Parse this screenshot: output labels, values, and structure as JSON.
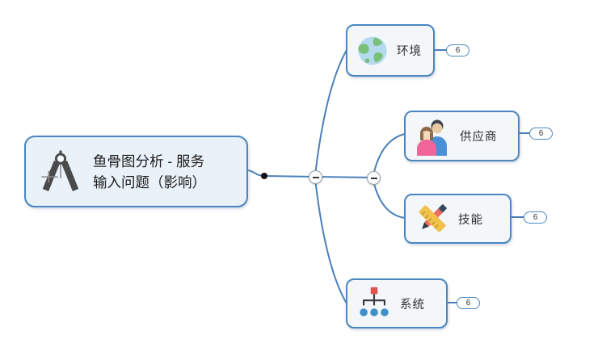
{
  "app": {
    "type": "mind-map-fishbone"
  },
  "root": {
    "line1": "鱼骨图分析 - 服务",
    "line2": "输入问题（影响）",
    "icon": "compass-icon"
  },
  "branches": [
    {
      "label": "环境",
      "count": "6",
      "icon": "globe-icon"
    },
    {
      "label": "供应商",
      "count": "6",
      "icon": "people-icon"
    },
    {
      "label": "技能",
      "count": "6",
      "icon": "ruler-pencil-icon"
    },
    {
      "label": "系统",
      "count": "6",
      "icon": "org-chart-icon"
    }
  ],
  "collapse_buttons": {
    "symbol": "−",
    "count": 2
  },
  "colors": {
    "connector_line": "#4a80ba",
    "node_border": "#4a86c0",
    "root_fill": "#e9f2f9",
    "branch_fill": "#f4f7fa",
    "badge_border": "#4a86c0",
    "text": "#1c1c1c",
    "background": "#ffffff"
  }
}
